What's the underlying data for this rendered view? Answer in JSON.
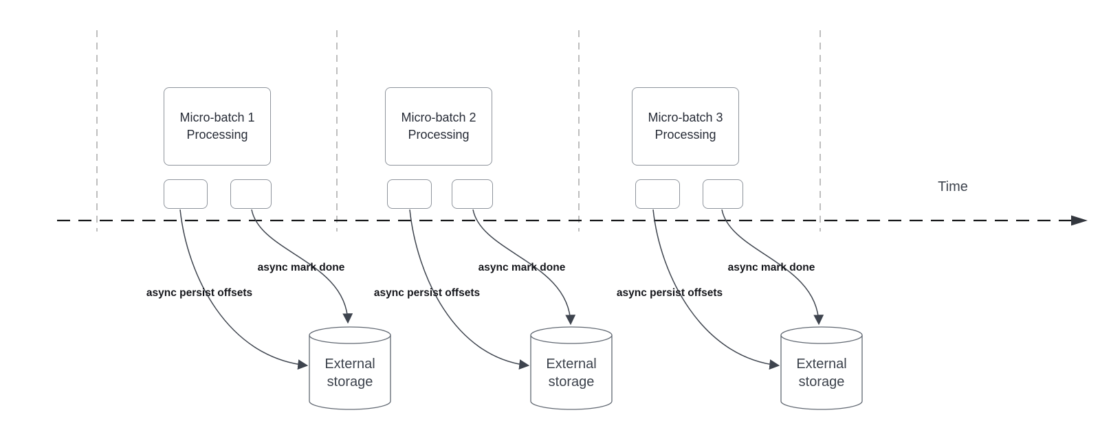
{
  "diagram": {
    "time_axis": {
      "label": "Time"
    },
    "groups": [
      {
        "title_line1": "Micro-batch 1",
        "title_line2": "Processing",
        "persist_label": "async persist offsets",
        "mark_done_label": "async mark done",
        "storage_line1": "External",
        "storage_line2": "storage"
      },
      {
        "title_line1": "Micro-batch 2",
        "title_line2": "Processing",
        "persist_label": "async persist offsets",
        "mark_done_label": "async mark done",
        "storage_line1": "External",
        "storage_line2": "storage"
      },
      {
        "title_line1": "Micro-batch 3",
        "title_line2": "Processing",
        "persist_label": "async persist offsets",
        "mark_done_label": "async mark done",
        "storage_line1": "External",
        "storage_line2": "storage"
      }
    ],
    "colors": {
      "box_border": "#8d939b",
      "box_text": "#262b36",
      "label_text": "#14151a",
      "line": "#3e444e",
      "lane_line": "#a9a9a9",
      "timeline": "#17181a",
      "cyl_border": "#5f6670",
      "cyl_text": "#3b414b",
      "time_text": "#3c424c"
    }
  }
}
